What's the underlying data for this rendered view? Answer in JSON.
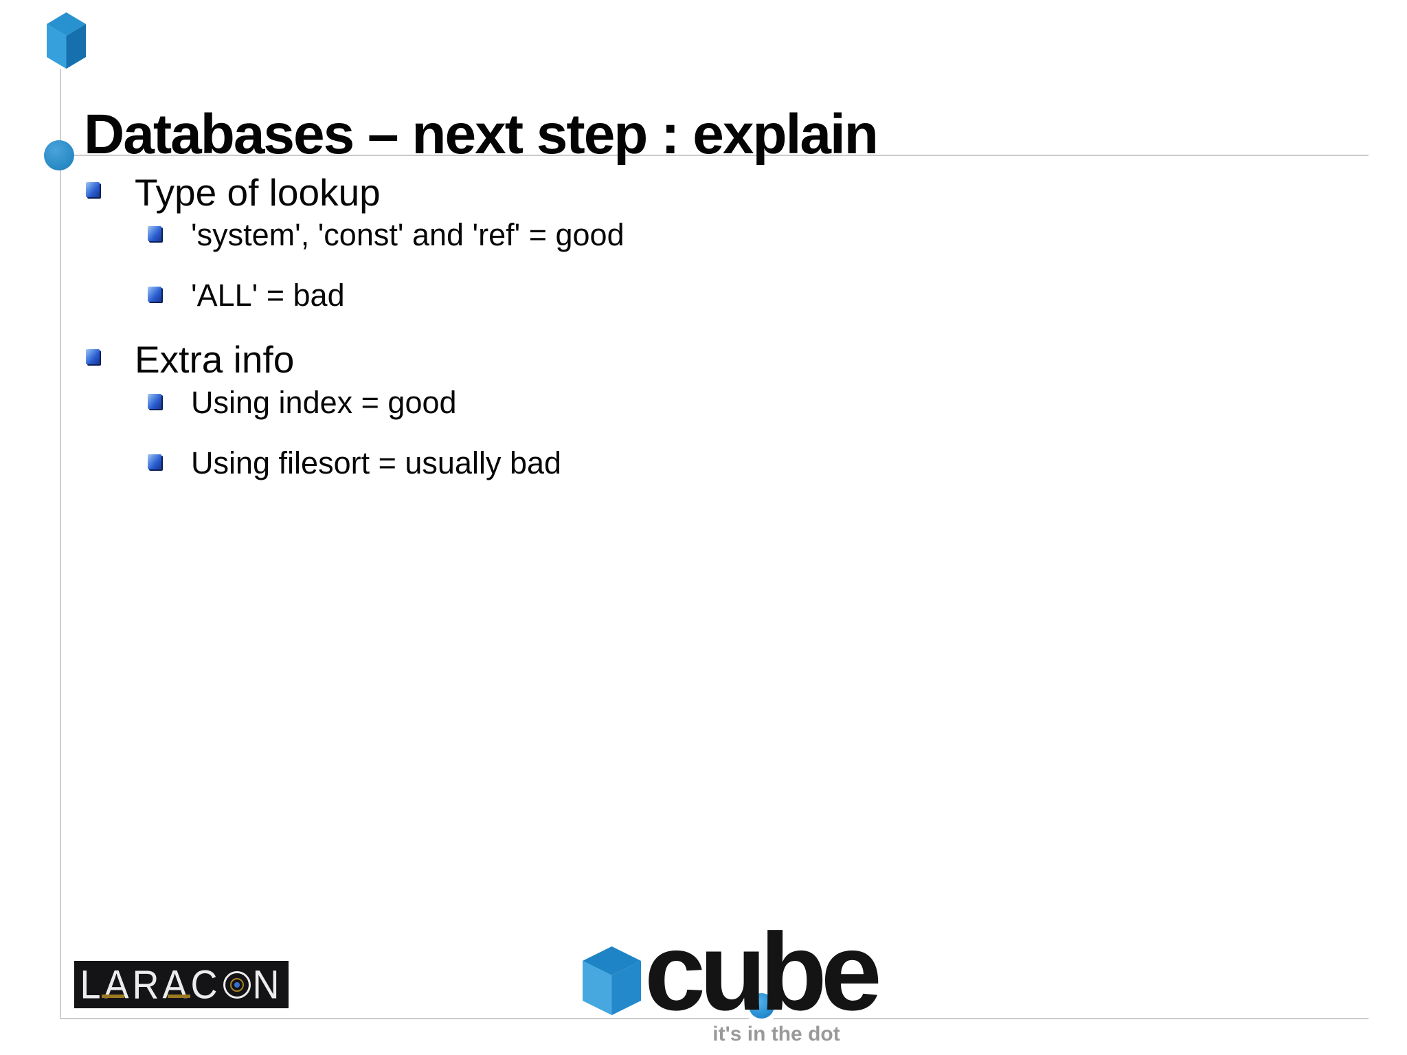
{
  "slide": {
    "title": "Databases – next step : explain",
    "bullets": [
      {
        "label": "Type of lookup",
        "children": [
          "'system', 'const' and 'ref' = good",
          "'ALL' = bad"
        ]
      },
      {
        "label": "Extra info",
        "children": [
          "Using index = good",
          "Using filesort = usually bad"
        ]
      }
    ]
  },
  "footer": {
    "laracon": {
      "part1": "LARAC",
      "part2": "N"
    },
    "cube": {
      "part1": "cu",
      "part2": "be",
      "tagline": "it's in the dot"
    }
  },
  "colors": {
    "accent_blue": "#2b8fd0",
    "bullet_blue": "#2e5fd4",
    "line_gray": "#cbcbcb",
    "tagline_gray": "#999999",
    "laracon_gold": "#9c7a22",
    "text_black": "#040404"
  }
}
